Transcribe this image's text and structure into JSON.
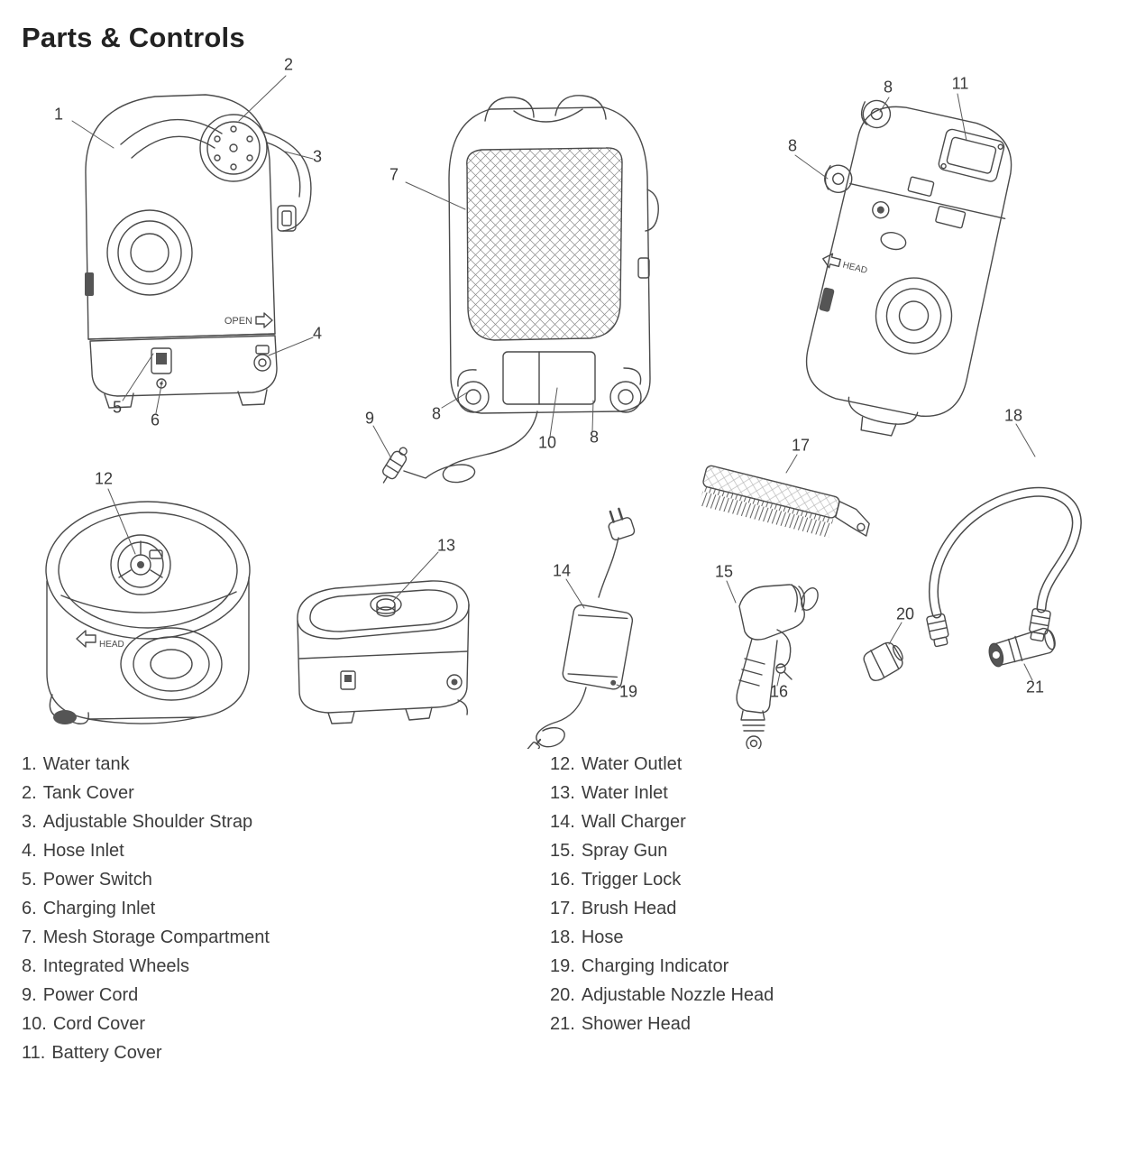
{
  "page": {
    "title": "Parts & Controls"
  },
  "drawing_labels": {
    "open": "OPEN",
    "head": "HEAD"
  },
  "callouts": {
    "n1": "1",
    "n2": "2",
    "n3": "3",
    "n4": "4",
    "n5": "5",
    "n6": "6",
    "n7": "7",
    "n8": "8",
    "n9": "9",
    "n10": "10",
    "n11": "11",
    "n12": "12",
    "n13": "13",
    "n14": "14",
    "n15": "15",
    "n16": "16",
    "n17": "17",
    "n18": "18",
    "n19": "19",
    "n20": "20",
    "n21": "21"
  },
  "legend": {
    "left": [
      {
        "num": "1.",
        "label": "Water tank"
      },
      {
        "num": "2.",
        "label": "Tank Cover"
      },
      {
        "num": "3.",
        "label": "Adjustable Shoulder Strap"
      },
      {
        "num": "4.",
        "label": "Hose Inlet"
      },
      {
        "num": "5.",
        "label": "Power Switch"
      },
      {
        "num": "6.",
        "label": "Charging Inlet"
      },
      {
        "num": "7.",
        "label": "Mesh Storage Compartment"
      },
      {
        "num": "8.",
        "label": "Integrated Wheels"
      },
      {
        "num": "9.",
        "label": "Power Cord"
      },
      {
        "num": "10.",
        "label": "Cord Cover"
      },
      {
        "num": "11.",
        "label": "Battery Cover"
      }
    ],
    "right": [
      {
        "num": "12.",
        "label": "Water Outlet"
      },
      {
        "num": "13.",
        "label": "Water Inlet"
      },
      {
        "num": "14.",
        "label": "Wall Charger"
      },
      {
        "num": "15.",
        "label": "Spray Gun"
      },
      {
        "num": "16.",
        "label": "Trigger Lock"
      },
      {
        "num": "17.",
        "label": "Brush Head"
      },
      {
        "num": "18.",
        "label": "Hose"
      },
      {
        "num": "19.",
        "label": "Charging Indicator"
      },
      {
        "num": "20.",
        "label": "Adjustable Nozzle Head"
      },
      {
        "num": "21.",
        "label": "Shower Head"
      }
    ]
  }
}
